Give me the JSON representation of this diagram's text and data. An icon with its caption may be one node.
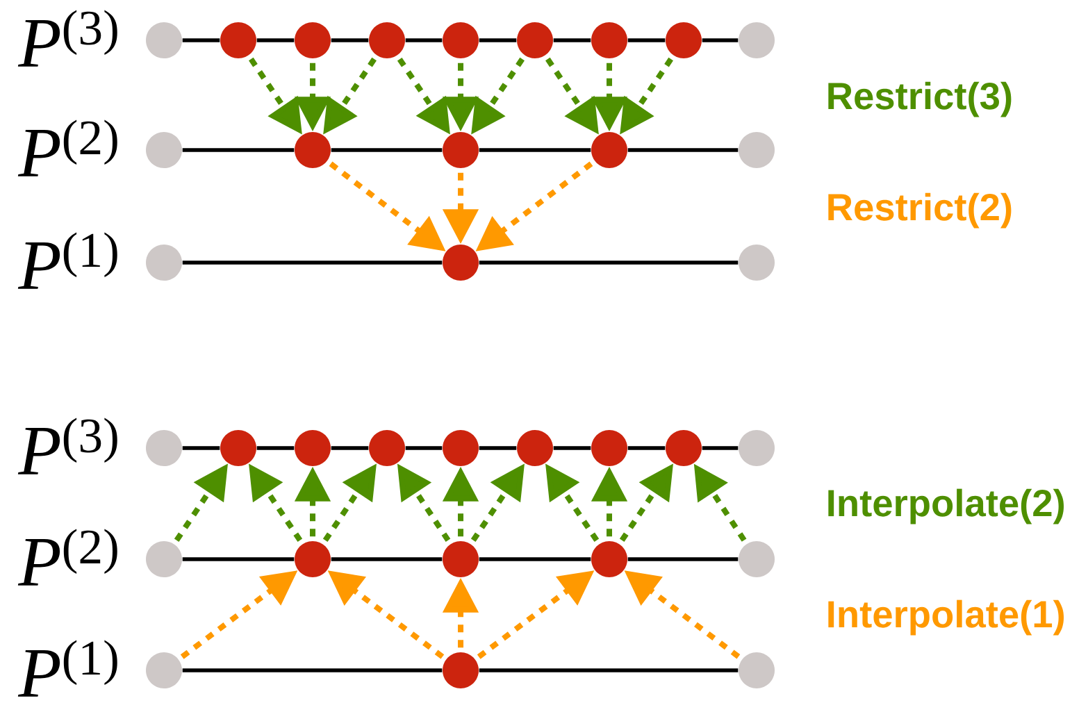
{
  "diagram": {
    "nodes": [
      {
        "text": [],
        "shape": "circle"
      },
      {
        "text": [],
        "shape": "circle"
      },
      {
        "text": [],
        "shape": "circle"
      },
      {
        "text": [],
        "shape": "circle"
      },
      {
        "text": [],
        "shape": "circle"
      },
      {
        "text": [],
        "shape": "circle"
      },
      {
        "text": [],
        "shape": "circle"
      },
      {
        "text": [],
        "shape": "circle"
      },
      {
        "text": [],
        "shape": "circle"
      },
      {
        "text": [],
        "shape": "circle"
      },
      {
        "text": [],
        "shape": "circle"
      },
      {
        "text": [],
        "shape": "circle"
      },
      {
        "text": [],
        "shape": "circle"
      },
      {
        "text": [],
        "shape": "circle"
      },
      {
        "text": [],
        "shape": "circle"
      },
      {
        "text": [],
        "shape": "circle"
      },
      {
        "text": [],
        "shape": "circle"
      },
      {
        "text": [],
        "shape": "circle"
      },
      {
        "text": [],
        "shape": "circle"
      },
      {
        "text": [],
        "shape": "circle"
      },
      {
        "text": [],
        "shape": "circle"
      },
      {
        "text": [],
        "shape": "circle"
      },
      {
        "text": [],
        "shape": "circle"
      },
      {
        "text": [],
        "shape": "circle"
      },
      {
        "text": [],
        "shape": "circle"
      },
      {
        "text": [],
        "shape": "circle"
      },
      {
        "text": [],
        "shape": "circle"
      },
      {
        "text": [],
        "shape": "circle"
      },
      {
        "text": [],
        "shape": "circle"
      },
      {
        "text": [],
        "shape": "circle"
      },
      {
        "text": [],
        "shape": "circle"
      },
      {
        "text": [],
        "shape": "circle"
      },
      {
        "text": [],
        "shape": "circle"
      },
      {
        "text": [],
        "shape": "circle"
      }
    ],
    "edges": [
      {
        "from": 0,
        "to": 1,
        "arrow": "none"
      },
      {
        "from": 1,
        "to": 2,
        "arrow": "none"
      },
      {
        "from": 2,
        "to": 3,
        "arrow": "none"
      },
      {
        "from": 3,
        "to": 4,
        "arrow": "none"
      },
      {
        "from": 4,
        "to": 5,
        "arrow": "none"
      },
      {
        "from": 5,
        "to": 6,
        "arrow": "none"
      },
      {
        "from": 6,
        "to": 7,
        "arrow": "none"
      },
      {
        "from": 7,
        "to": 8,
        "arrow": "none"
      },
      {
        "from": 9,
        "to": 10,
        "arrow": "none"
      },
      {
        "from": 10,
        "to": 11,
        "arrow": "none"
      },
      {
        "from": 11,
        "to": 12,
        "arrow": "none"
      },
      {
        "from": 12,
        "to": 13,
        "arrow": "none"
      },
      {
        "from": 14,
        "to": 15,
        "arrow": "none"
      },
      {
        "from": 15,
        "to": 16,
        "arrow": "none"
      },
      {
        "from": 1,
        "to": 10,
        "arrow": "to",
        "style": "dashed",
        "color": "#4e8f00"
      },
      {
        "from": 2,
        "to": 10,
        "arrow": "to",
        "style": "dashed",
        "color": "#4e8f00"
      },
      {
        "from": 3,
        "to": 10,
        "arrow": "to",
        "style": "dashed",
        "color": "#4e8f00"
      },
      {
        "from": 3,
        "to": 11,
        "arrow": "to",
        "style": "dashed",
        "color": "#4e8f00"
      },
      {
        "from": 4,
        "to": 11,
        "arrow": "to",
        "style": "dashed",
        "color": "#4e8f00"
      },
      {
        "from": 5,
        "to": 11,
        "arrow": "to",
        "style": "dashed",
        "color": "#4e8f00"
      },
      {
        "from": 5,
        "to": 12,
        "arrow": "to",
        "style": "dashed",
        "color": "#4e8f00"
      },
      {
        "from": 6,
        "to": 12,
        "arrow": "to",
        "style": "dashed",
        "color": "#4e8f00"
      },
      {
        "from": 7,
        "to": 12,
        "arrow": "to",
        "style": "dashed",
        "color": "#4e8f00"
      },
      {
        "from": 10,
        "to": 15,
        "arrow": "to",
        "style": "dashed",
        "color": "#ff9900"
      },
      {
        "from": 11,
        "to": 15,
        "arrow": "to",
        "style": "dashed",
        "color": "#ff9900"
      },
      {
        "from": 12,
        "to": 15,
        "arrow": "to",
        "style": "dashed",
        "color": "#ff9900"
      },
      {
        "from": 17,
        "to": 18,
        "arrow": "none"
      },
      {
        "from": 18,
        "to": 19,
        "arrow": "none"
      },
      {
        "from": 19,
        "to": 20,
        "arrow": "none"
      },
      {
        "from": 20,
        "to": 21,
        "arrow": "none"
      },
      {
        "from": 21,
        "to": 22,
        "arrow": "none"
      },
      {
        "from": 22,
        "to": 23,
        "arrow": "none"
      },
      {
        "from": 23,
        "to": 24,
        "arrow": "none"
      },
      {
        "from": 24,
        "to": 25,
        "arrow": "none"
      },
      {
        "from": 26,
        "to": 27,
        "arrow": "none"
      },
      {
        "from": 27,
        "to": 28,
        "arrow": "none"
      },
      {
        "from": 28,
        "to": 29,
        "arrow": "none"
      },
      {
        "from": 29,
        "to": 30,
        "arrow": "none"
      },
      {
        "from": 31,
        "to": 32,
        "arrow": "none"
      },
      {
        "from": 32,
        "to": 33,
        "arrow": "none"
      },
      {
        "from": 26,
        "to": 18,
        "arrow": "to",
        "style": "dashed",
        "color": "#4e8f00"
      },
      {
        "from": 27,
        "to": 18,
        "arrow": "to",
        "style": "dashed",
        "color": "#4e8f00"
      },
      {
        "from": 27,
        "to": 19,
        "arrow": "to",
        "style": "dashed",
        "color": "#4e8f00"
      },
      {
        "from": 27,
        "to": 20,
        "arrow": "to",
        "style": "dashed",
        "color": "#4e8f00"
      },
      {
        "from": 28,
        "to": 20,
        "arrow": "to",
        "style": "dashed",
        "color": "#4e8f00"
      },
      {
        "from": 28,
        "to": 21,
        "arrow": "to",
        "style": "dashed",
        "color": "#4e8f00"
      },
      {
        "from": 28,
        "to": 22,
        "arrow": "to",
        "style": "dashed",
        "color": "#4e8f00"
      },
      {
        "from": 29,
        "to": 22,
        "arrow": "to",
        "style": "dashed",
        "color": "#4e8f00"
      },
      {
        "from": 29,
        "to": 23,
        "arrow": "to",
        "style": "dashed",
        "color": "#4e8f00"
      },
      {
        "from": 29,
        "to": 24,
        "arrow": "to",
        "style": "dashed",
        "color": "#4e8f00"
      },
      {
        "from": 30,
        "to": 24,
        "arrow": "to",
        "style": "dashed",
        "color": "#4e8f00"
      },
      {
        "from": 31,
        "to": 27,
        "arrow": "to",
        "style": "dashed",
        "color": "#ff9900"
      },
      {
        "from": 32,
        "to": 27,
        "arrow": "to",
        "style": "dashed",
        "color": "#ff9900"
      },
      {
        "from": 32,
        "to": 28,
        "arrow": "to",
        "style": "dashed",
        "color": "#ff9900"
      },
      {
        "from": 32,
        "to": 29,
        "arrow": "to",
        "style": "dashed",
        "color": "#ff9900"
      },
      {
        "from": 33,
        "to": 29,
        "arrow": "to",
        "style": "dashed",
        "color": "#ff9900"
      }
    ],
    "labels": [
      "*P*$^{(3)}$",
      "Restrict(3)",
      "*P*$^{(2)}$",
      "Restrict(2)",
      "*P*$^{(1)}$",
      "*P*$^{(3)}$",
      "Interpolate(2)",
      "*P*$^{(2)}$",
      "Interpolate(1)",
      "*P*$^{(1)}$"
    ]
  }
}
